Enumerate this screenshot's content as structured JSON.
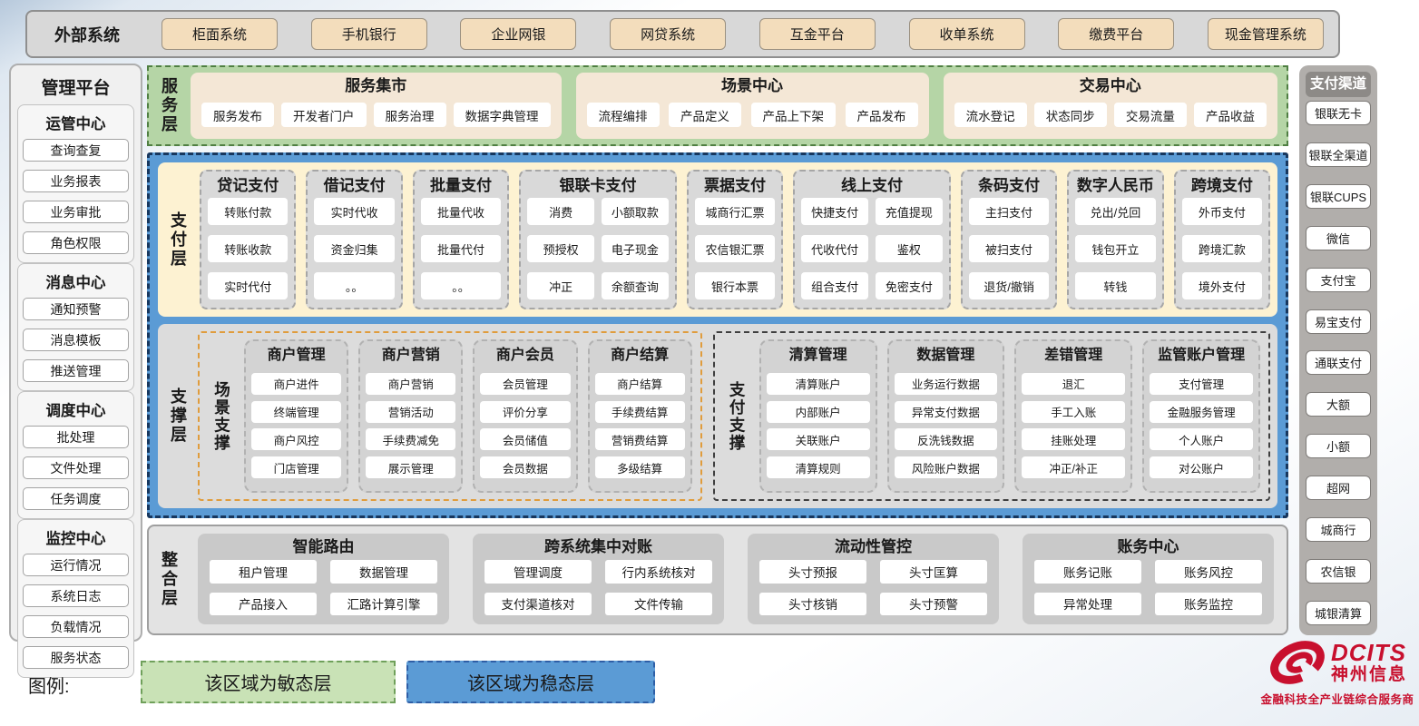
{
  "colors": {
    "agile_layer_green": "#b5d5a6",
    "stable_layer_blue": "#5b9bd5",
    "payment_layer_cream": "#fdf2d2",
    "external_button_tan": "#f3ddbc",
    "brand_red": "#c8102e"
  },
  "external": {
    "label": "外部系统",
    "systems": [
      "柜面系统",
      "手机银行",
      "企业网银",
      "网贷系统",
      "互金平台",
      "收单系统",
      "缴费平台",
      "现金管理系统"
    ]
  },
  "management": {
    "title": "管理平台",
    "groups": [
      {
        "title": "运管中心",
        "items": [
          "查询查复",
          "业务报表",
          "业务审批",
          "角色权限"
        ]
      },
      {
        "title": "消息中心",
        "items": [
          "通知预警",
          "消息模板",
          "推送管理"
        ]
      },
      {
        "title": "调度中心",
        "items": [
          "批处理",
          "文件处理",
          "任务调度"
        ]
      },
      {
        "title": "监控中心",
        "items": [
          "运行情况",
          "系统日志",
          "负载情况",
          "服务状态"
        ]
      }
    ]
  },
  "service_layer": {
    "label": "服务层",
    "centers": [
      {
        "title": "服务集市",
        "items": [
          "服务发布",
          "开发者门户",
          "服务治理",
          "数据字典管理"
        ]
      },
      {
        "title": "场景中心",
        "items": [
          "流程编排",
          "产品定义",
          "产品上下架",
          "产品发布"
        ]
      },
      {
        "title": "交易中心",
        "items": [
          "流水登记",
          "状态同步",
          "交易流量",
          "产品收益"
        ]
      }
    ]
  },
  "payment_layer": {
    "label": "支付层",
    "columns": [
      {
        "title": "贷记支付",
        "cols": 1,
        "items": [
          "转账付款",
          "转账收款",
          "实时代付"
        ]
      },
      {
        "title": "借记支付",
        "cols": 1,
        "items": [
          "实时代收",
          "资金归集",
          "。。"
        ]
      },
      {
        "title": "批量支付",
        "cols": 1,
        "items": [
          "批量代收",
          "批量代付",
          "。。"
        ]
      },
      {
        "title": "银联卡支付",
        "cols": 2,
        "items": [
          "消费",
          "小额取款",
          "预授权",
          "电子现金",
          "冲正",
          "余额查询"
        ]
      },
      {
        "title": "票据支付",
        "cols": 1,
        "items": [
          "城商行汇票",
          "农信银汇票",
          "银行本票"
        ]
      },
      {
        "title": "线上支付",
        "cols": 2,
        "items": [
          "快捷支付",
          "充值提现",
          "代收代付",
          "鉴权",
          "组合支付",
          "免密支付"
        ]
      },
      {
        "title": "条码支付",
        "cols": 1,
        "items": [
          "主扫支付",
          "被扫支付",
          "退货/撤销"
        ]
      },
      {
        "title": "数字人民币",
        "cols": 1,
        "items": [
          "兑出/兑回",
          "钱包开立",
          "转钱"
        ]
      },
      {
        "title": "跨境支付",
        "cols": 1,
        "items": [
          "外币支付",
          "跨境汇款",
          "境外支付"
        ]
      }
    ]
  },
  "support_layer": {
    "label": "支撑层",
    "scene_support": {
      "label": "场景支撑",
      "groups": [
        {
          "title": "商户管理",
          "items": [
            "商户进件",
            "终端管理",
            "商户风控",
            "门店管理"
          ]
        },
        {
          "title": "商户营销",
          "items": [
            "商户营销",
            "营销活动",
            "手续费减免",
            "展示管理"
          ]
        },
        {
          "title": "商户会员",
          "items": [
            "会员管理",
            "评价分享",
            "会员储值",
            "会员数据"
          ]
        },
        {
          "title": "商户结算",
          "items": [
            "商户结算",
            "手续费结算",
            "营销费结算",
            "多级结算"
          ]
        }
      ]
    },
    "payment_support": {
      "label": "支付支撑",
      "groups": [
        {
          "title": "清算管理",
          "items": [
            "清算账户",
            "内部账户",
            "关联账户",
            "清算规则"
          ]
        },
        {
          "title": "数据管理",
          "items": [
            "业务运行数据",
            "异常支付数据",
            "反洗钱数据",
            "风险账户数据"
          ]
        },
        {
          "title": "差错管理",
          "items": [
            "退汇",
            "手工入账",
            "挂账处理",
            "冲正/补正"
          ]
        },
        {
          "title": "监管账户管理",
          "items": [
            "支付管理",
            "金融服务管理",
            "个人账户",
            "对公账户"
          ]
        }
      ]
    }
  },
  "integration_layer": {
    "label": "整合层",
    "groups": [
      {
        "title": "智能路由",
        "items": [
          "租户管理",
          "数据管理",
          "产品接入",
          "汇路计算引擎"
        ]
      },
      {
        "title": "跨系统集中对账",
        "items": [
          "管理调度",
          "行内系统核对",
          "支付渠道核对",
          "文件传输"
        ]
      },
      {
        "title": "流动性管控",
        "items": [
          "头寸预报",
          "头寸匡算",
          "头寸核销",
          "头寸预警"
        ]
      },
      {
        "title": "账务中心",
        "items": [
          "账务记账",
          "账务风控",
          "异常处理",
          "账务监控"
        ]
      }
    ]
  },
  "channels": {
    "title": "支付渠道",
    "items": [
      "银联无卡",
      "银联全渠道",
      "银联CUPS",
      "微信",
      "支付宝",
      "易宝支付",
      "通联支付",
      "大额",
      "小额",
      "超网",
      "城商行",
      "农信银",
      "城银清算"
    ]
  },
  "legend": {
    "label": "图例:",
    "agile": "该区域为敏态层",
    "stable": "该区域为稳态层"
  },
  "logo": {
    "name_en": "DCITS",
    "name_cn": "神州信息",
    "tagline": "金融科技全产业链综合服务商"
  }
}
